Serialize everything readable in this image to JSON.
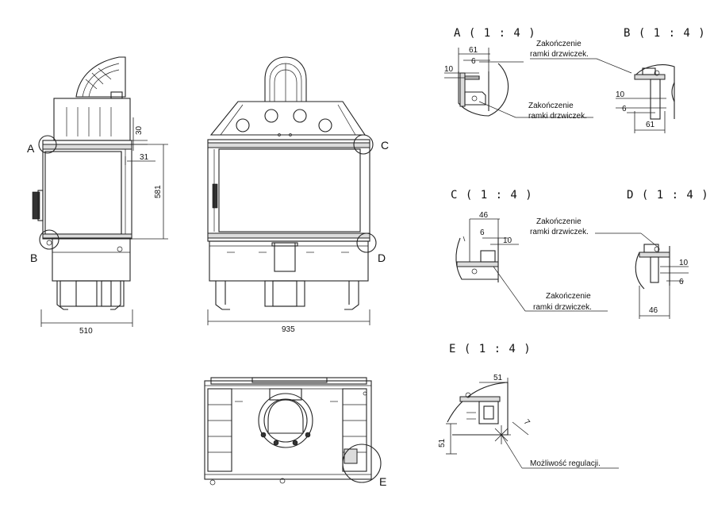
{
  "views": {
    "side": {
      "dim_width": "510",
      "dim_height": "581",
      "dim_top": "30",
      "dim_frame": "31",
      "label_a": "A",
      "label_b": "B"
    },
    "front": {
      "dim_width": "935",
      "label_c": "C",
      "label_d": "D"
    },
    "top": {
      "label_e": "E"
    }
  },
  "details": {
    "a": {
      "title": "A ( 1 : 4 )",
      "dims": [
        "61",
        "6",
        "10"
      ],
      "note": "Zakończenie\nramki drzwiczek."
    },
    "b": {
      "title": "B ( 1 : 4 )",
      "dims": [
        "10",
        "6",
        "61"
      ],
      "note": "Zakończenie\nramki drzwiczek."
    },
    "c": {
      "title": "C ( 1 : 4 )",
      "dims": [
        "46",
        "6",
        "10"
      ],
      "note": "Zakończenie\nramki drzwiczek."
    },
    "d": {
      "title": "D ( 1 : 4 )",
      "dims": [
        "10",
        "6",
        "46"
      ],
      "note": "Zakończenie\nramki drzwiczek."
    },
    "e": {
      "title": "E ( 1 : 4 )",
      "dims": [
        "51",
        "51",
        "7"
      ],
      "note": "Możliwość regulacji."
    }
  },
  "notes": {
    "a_top_1": "Zakończenie",
    "a_top_2": "ramki drzwiczek.",
    "a_bot_1": "Zakończenie",
    "a_bot_2": "ramki drzwiczek.",
    "d_top_1": "Zakończenie",
    "d_top_2": "ramki drzwiczek.",
    "c_bot_1": "Zakończenie",
    "c_bot_2": "ramki drzwiczek.",
    "e_note": "Możliwość regulacji."
  }
}
